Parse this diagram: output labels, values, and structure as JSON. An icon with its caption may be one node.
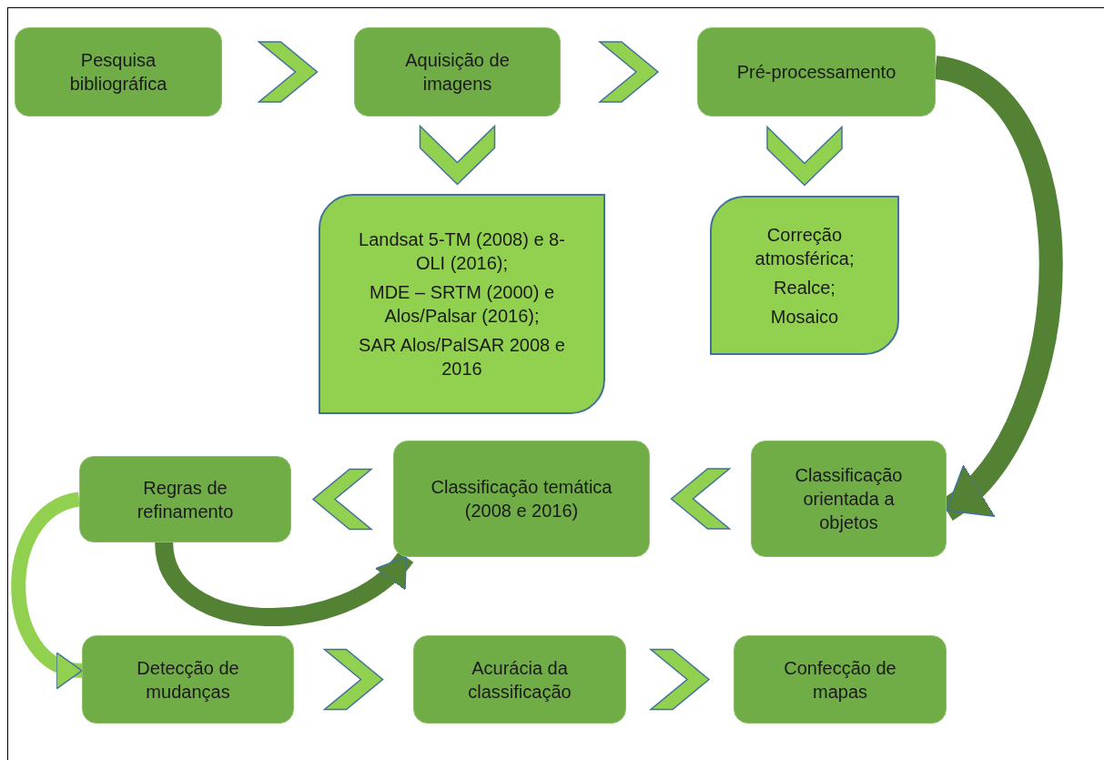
{
  "diagram": {
    "nodes": [
      {
        "text": [
          "Pesquisa bibliográfica"
        ]
      },
      {
        "text": [
          "Aquisição de imagens"
        ]
      },
      {
        "text": [
          "Pré-processamento"
        ]
      },
      {
        "text": [
          "Landsat 5-TM (2008) e 8-OLI (2016);",
          "MDE – SRTM (2000) e Alos/Palsar (2016);",
          "SAR Alos/PalSAR 2008 e 2016"
        ]
      },
      {
        "text": [
          "Correção atmosférica;",
          "Realce;",
          "Mosaico"
        ]
      },
      {
        "text": [
          "Regras de refinamento"
        ]
      },
      {
        "text": [
          "Classificação temática (2008 e 2016)"
        ]
      },
      {
        "text": [
          "Classificação orientada a objetos"
        ]
      },
      {
        "text": [
          "Detecção de mudanças"
        ]
      },
      {
        "text": [
          "Acurácia da classificação"
        ]
      },
      {
        "text": [
          "Confecção de mapas"
        ]
      }
    ],
    "edges": [
      {
        "from": 0,
        "to": 1,
        "arrow": "to"
      },
      {
        "from": 1,
        "to": 2,
        "arrow": "to"
      },
      {
        "from": 1,
        "to": 3,
        "arrow": "to"
      },
      {
        "from": 2,
        "to": 4,
        "arrow": "to"
      },
      {
        "from": 2,
        "to": 7,
        "arrow": "to",
        "color": "#548235"
      },
      {
        "from": 7,
        "to": 6,
        "arrow": "to"
      },
      {
        "from": 6,
        "to": 5,
        "arrow": "to"
      },
      {
        "from": 5,
        "to": 6,
        "arrow": "to",
        "color": "#548235"
      },
      {
        "from": 5,
        "to": 8,
        "arrow": "to"
      },
      {
        "from": 8,
        "to": 9,
        "arrow": "to"
      },
      {
        "from": 9,
        "to": 10,
        "arrow": "to"
      }
    ]
  }
}
